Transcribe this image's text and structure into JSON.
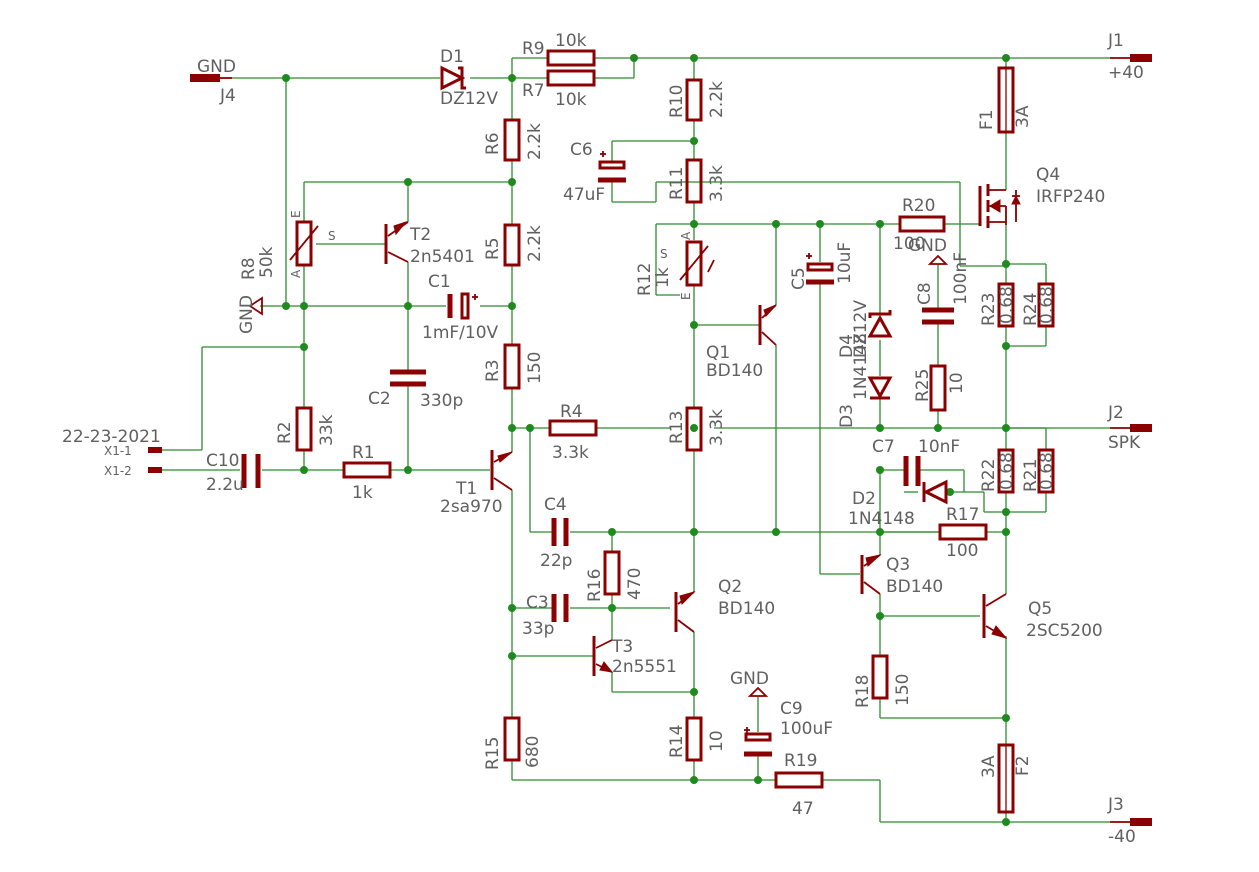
{
  "labels": {
    "gnd_j4": "GND",
    "j4": "J4",
    "d1": "D1",
    "d1_val": "DZ12V",
    "r9": "R9",
    "r9_val": "10k",
    "r7": "R7",
    "r7_val": "10k",
    "r6": "R6",
    "r6_val": "2.2k",
    "r10": "R10",
    "r10_val": "2.2k",
    "c6": "C6",
    "c6_val": "47uF",
    "r11": "R11",
    "r11_val": "3.3k",
    "j1": "J1",
    "j1_val": "+40",
    "f1": "F1",
    "f1_val": "3A",
    "q4": "Q4",
    "q4_val": "IRFP240",
    "r8": "R8",
    "r8_val": "50k",
    "t2": "T2",
    "t2_val": "2n5401",
    "r5": "R5",
    "r5_val": "2.2k",
    "c1": "C1",
    "c1_val": "1mF/10V",
    "gnd_left": "GND",
    "r12": "R12",
    "r12_val": "1k",
    "c5": "C5",
    "c5_val": "10uF",
    "r20": "R20",
    "r20_val": "100",
    "gnd_c8": "GND",
    "c8": "C8",
    "c8_val": "100nF",
    "r23": "R23",
    "r23_val": "0.68",
    "r24": "R24",
    "r24_val": "0.68",
    "q1": "Q1",
    "q1_val": "BD140",
    "d4": "D4",
    "d4_val": "DZ12V",
    "d3": "D3",
    "d3_val": "1N4148",
    "r25": "R25",
    "r25_val": "10",
    "r3": "R3",
    "r3_val": "150",
    "c2": "C2",
    "c2_val": "330p",
    "r2": "R2",
    "r2_val": "33k",
    "r4": "R4",
    "r4_val": "3.3k",
    "r13": "R13",
    "r13_val": "3.3k",
    "j2": "J2",
    "j2_val": "SPK",
    "in_name": "22-23-2021",
    "x1_1": "X1-1",
    "x1_2": "X1-2",
    "c10": "C10",
    "c10_val": "2.2u",
    "r1": "R1",
    "r1_val": "1k",
    "t1": "T1",
    "t1_val": "2sa970",
    "c7": "C7",
    "c7_val": "10nF",
    "r22": "R22",
    "r22_val": "0.68",
    "r21": "R21",
    "r21_val": "0.68",
    "d2": "D2",
    "d2_val": "1N4148",
    "c4": "C4",
    "c4_val": "22p",
    "r17": "R17",
    "r17_val": "100",
    "r16": "R16",
    "r16_val": "470",
    "q2": "Q2",
    "q2_val": "BD140",
    "q3": "Q3",
    "q3_val": "BD140",
    "c3": "C3",
    "c3_val": "33p",
    "t3": "T3",
    "t3_val": "2n5551",
    "q5": "Q5",
    "q5_val": "2SC5200",
    "gnd_c9": "GND",
    "c9": "C9",
    "c9_val": "100uF",
    "r18": "R18",
    "r18_val": "150",
    "r15": "R15",
    "r15_val": "680",
    "r14": "R14",
    "r14_val": "10",
    "r19": "R19",
    "r19_val": "47",
    "f2": "F2",
    "f2_val": "3A",
    "j3": "J3",
    "j3_val": "-40",
    "pin_e": "E",
    "pin_a": "A",
    "pin_s": "S",
    "pin_s2": "S",
    "pin_a2": "A",
    "pin_e2": "E"
  },
  "colors": {
    "wire": "#2e8b2e",
    "component": "#8b0000",
    "label": "#606060",
    "background": "#ffffff"
  }
}
